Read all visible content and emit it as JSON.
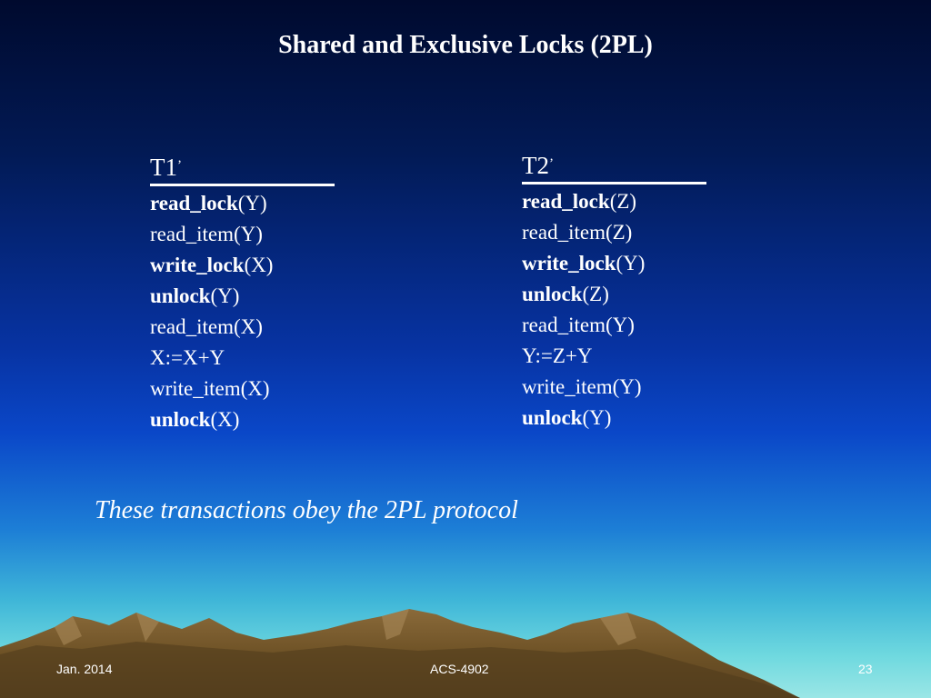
{
  "slide": {
    "title": "Shared and Exclusive Locks (2PL)",
    "note": "These transactions obey the 2PL protocol"
  },
  "t1": {
    "name": "T1",
    "prime": "’",
    "lines": [
      {
        "op": "read_lock",
        "arg": "(Y)"
      },
      {
        "op": "",
        "arg": "read_item(Y)"
      },
      {
        "op": "write_lock",
        "arg": "(X)"
      },
      {
        "op": "unlock",
        "arg": "(Y)"
      },
      {
        "op": "",
        "arg": "read_item(X)"
      },
      {
        "op": "",
        "arg": "X:=X+Y"
      },
      {
        "op": "",
        "arg": "write_item(X)"
      },
      {
        "op": "unlock",
        "arg": "(X)"
      }
    ]
  },
  "t2": {
    "name": "T2",
    "prime": "’",
    "lines": [
      {
        "op": "read_lock",
        "arg": "(Z)"
      },
      {
        "op": "",
        "arg": "read_item(Z)"
      },
      {
        "op": "write_lock",
        "arg": "(Y)"
      },
      {
        "op": "unlock",
        "arg": "(Z)"
      },
      {
        "op": "",
        "arg": "read_item(Y)"
      },
      {
        "op": "",
        "arg": "Y:=Z+Y"
      },
      {
        "op": "",
        "arg": "write_item(Y)"
      },
      {
        "op": "unlock",
        "arg": "(Y)"
      }
    ]
  },
  "footer": {
    "date": "Jan. 2014",
    "course": "ACS-4902",
    "page": "23"
  }
}
